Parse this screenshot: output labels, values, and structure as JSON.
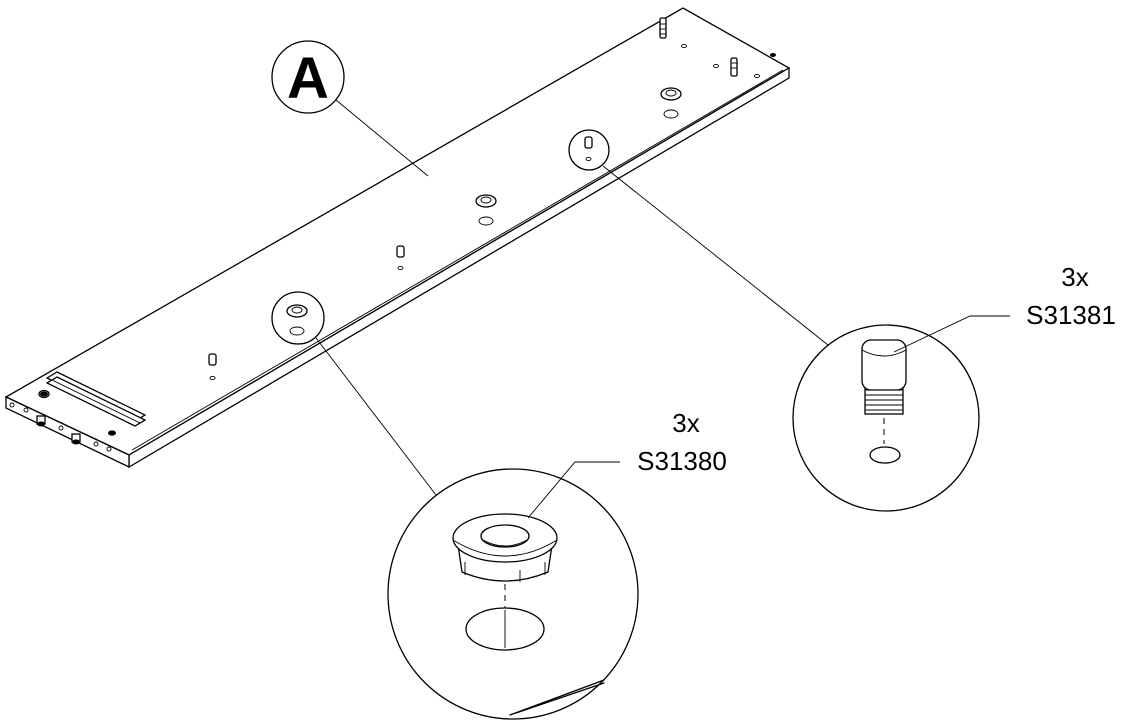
{
  "part_label": "A",
  "callouts": {
    "bushing": {
      "quantity": "3x",
      "part_number": "S31380"
    },
    "pin": {
      "quantity": "3x",
      "part_number": "S31381"
    }
  },
  "colors": {
    "line": "#000000",
    "background": "#ffffff"
  },
  "icons": [
    "board-panel-drawing",
    "bushing-detail",
    "threaded-pin-detail"
  ]
}
